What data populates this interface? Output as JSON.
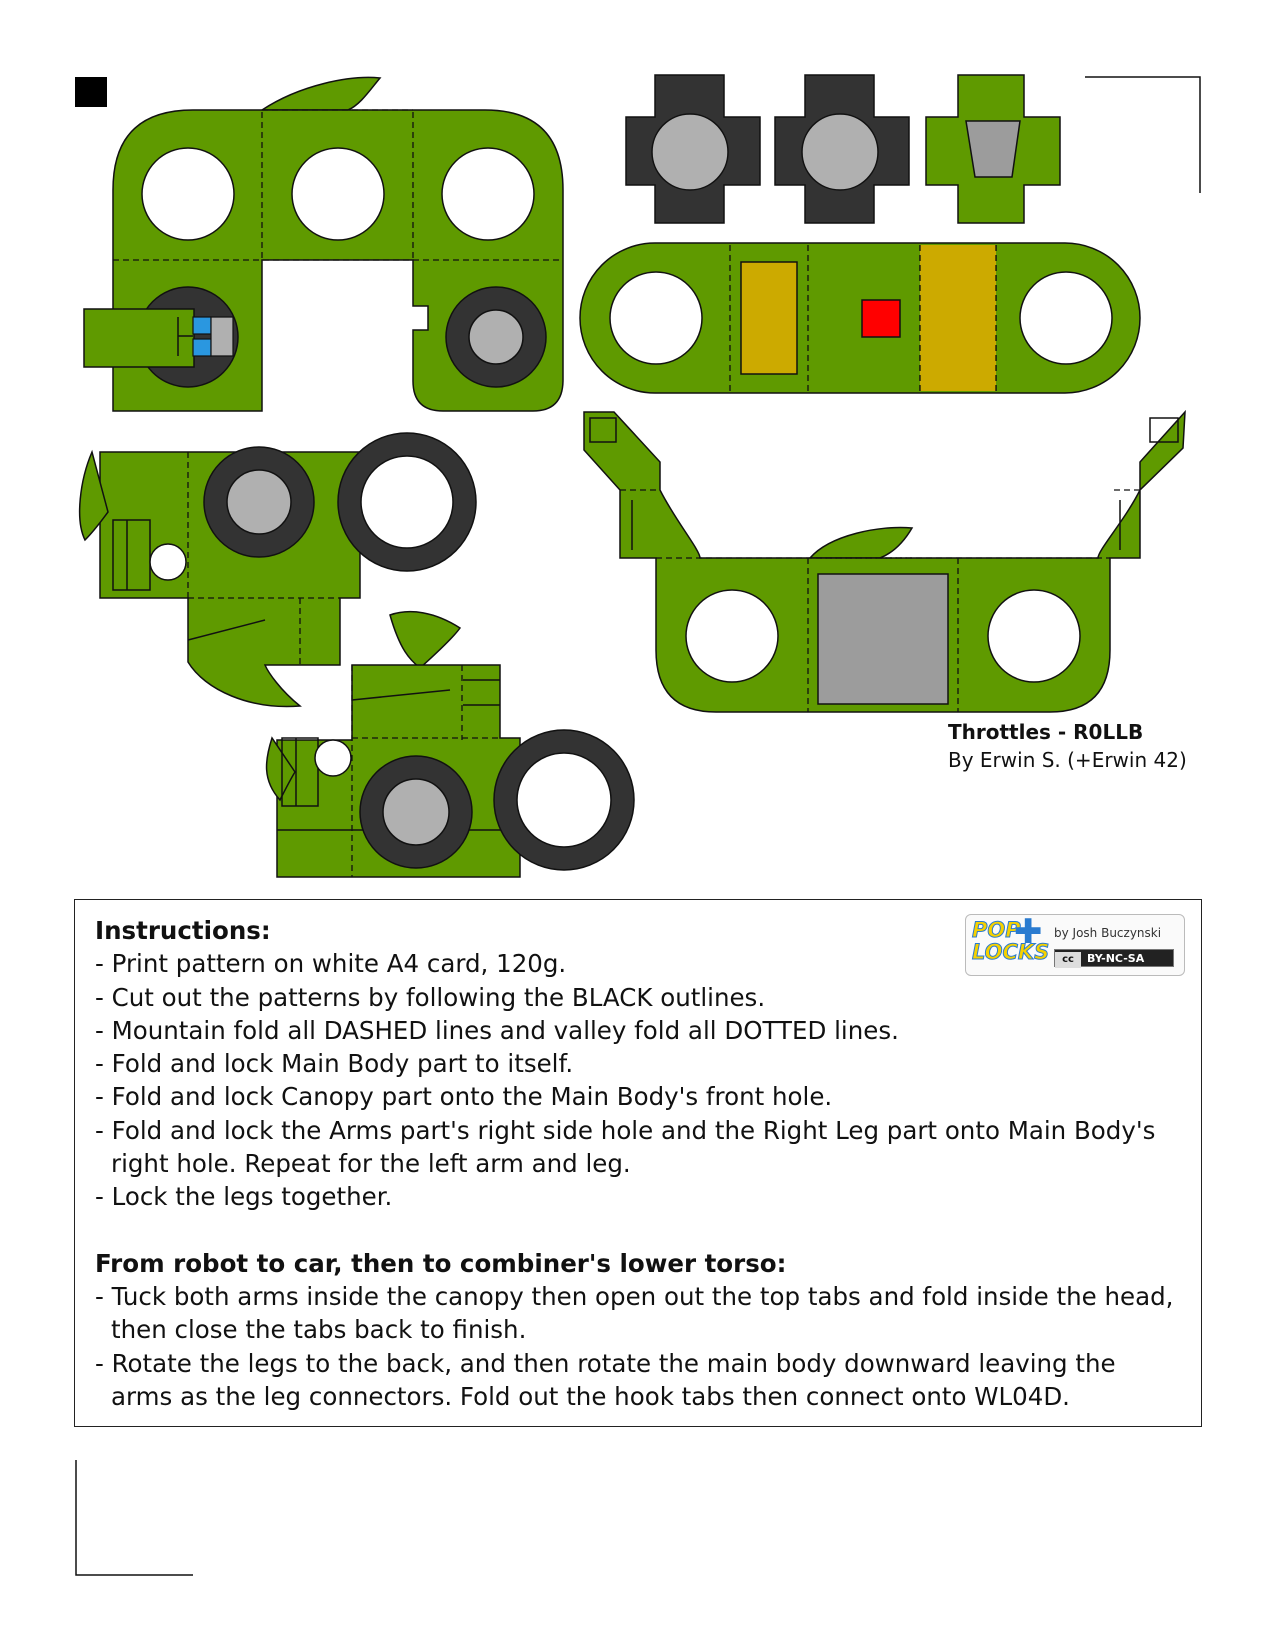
{
  "credit": {
    "title": "Throttles - R0LLB",
    "author": "By Erwin S. (+Erwin 42)"
  },
  "instructions": {
    "heading": "Instructions:",
    "items": [
      "- Print pattern on white A4 card, 120g.",
      "- Cut out the patterns by following the BLACK outlines.",
      "- Mountain fold all DASHED lines and valley fold all DOTTED lines.",
      "- Fold and lock Main Body part to itself.",
      "- Fold and lock Canopy part onto the Main Body's front hole.",
      "- Fold and lock the Arms part's right side hole and the Right Leg part onto Main Body's right hole. Repeat for the left arm and leg.",
      "- Lock the legs together."
    ],
    "heading2": "From robot to car, then to combiner's lower torso:",
    "items2": [
      "- Tuck both arms inside the canopy then open out the top tabs and fold inside the head, then close the tabs back to finish.",
      "- Rotate the legs to the back, and then rotate the main body downward leaving the arms as the leg connectors. Fold out the hook tabs then connect onto WL04D."
    ]
  },
  "badge": {
    "logo_line1": "POP",
    "logo_line2": "LOCKS",
    "author": "by Josh Buczynski",
    "cc_mark": "cc",
    "license": "BY-NC-SA"
  },
  "colors": {
    "part_green": "#5f9a00",
    "tire_dark": "#333333",
    "hub_grey": "#b0b0b0",
    "window_grey": "#9c9c9c",
    "stripe_gold": "#ccaa00",
    "light_red": "#ff0000",
    "light_blue": "#2a97e0"
  }
}
